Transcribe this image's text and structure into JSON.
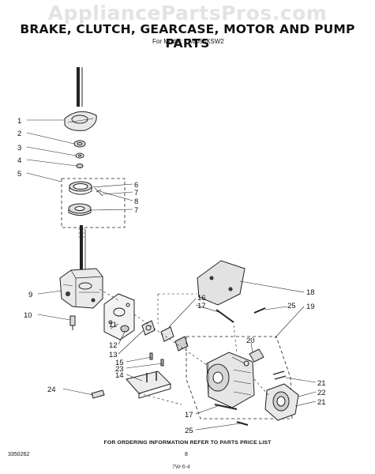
{
  "watermark": "AppliancePartsPros.com",
  "title": "BRAKE, CLUTCH, GEARCASE, MOTOR AND PUMP PARTS",
  "model_line": "For Model: LA6055XSW2",
  "callouts": {
    "c1": "1",
    "c2": "2",
    "c3": "3",
    "c4": "4",
    "c5": "5",
    "c6": "6",
    "c7a": "7",
    "c8": "8",
    "c7b": "7",
    "c9": "9",
    "c10": "10",
    "c11": "11",
    "c12": "12",
    "c13": "13",
    "c15": "15",
    "c23": "23",
    "c14": "14",
    "c24": "24",
    "c16": "16",
    "c17a": "17",
    "c18": "18",
    "c19": "19",
    "c25a": "25",
    "c20": "20",
    "c21a": "21",
    "c22": "22",
    "c21b": "21",
    "c17b": "17",
    "c25b": "25"
  },
  "ordering_note": "FOR ORDERING INFORMATION REFER TO PARTS PRICE LIST",
  "part_number": "3350262",
  "page_number": "8",
  "footer_mark": "7W-6-4"
}
